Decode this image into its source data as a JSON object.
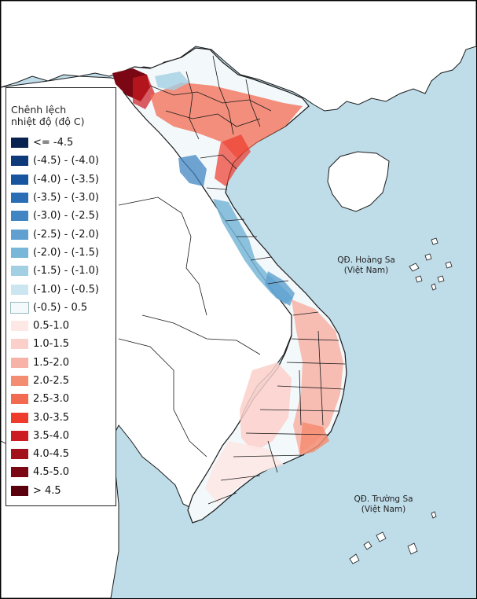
{
  "colors": {
    "sea": "#bfdce9",
    "land_outside": "#ffffff",
    "border": "#1a1a1a"
  },
  "legend": {
    "title_line1": "Chênh lệch",
    "title_line2": "nhiệt độ (độ C)",
    "items": [
      {
        "label": "<= -4.5",
        "color": "#08224f"
      },
      {
        "label": "(-4.5) - (-4.0)",
        "color": "#0e3a7a"
      },
      {
        "label": "(-4.0) - (-3.5)",
        "color": "#17569e"
      },
      {
        "label": "(-3.5) - (-3.0)",
        "color": "#2a6fb5"
      },
      {
        "label": "(-3.0) - (-2.5)",
        "color": "#4186c2"
      },
      {
        "label": "(-2.5) - (-2.0)",
        "color": "#5fa0d0"
      },
      {
        "label": "(-2.0) - (-1.5)",
        "color": "#79b7d8"
      },
      {
        "label": "(-1.5) - (-1.0)",
        "color": "#a2cfe3"
      },
      {
        "label": "(-1.0) - (-0.5)",
        "color": "#cbe6f1"
      },
      {
        "label": "(-0.5) - 0.5",
        "color": "#f4f9fc"
      },
      {
        "label": "0.5-1.0",
        "color": "#fde8e6"
      },
      {
        "label": "1.0-1.5",
        "color": "#fbd0ca"
      },
      {
        "label": "1.5-2.0",
        "color": "#f7b3a6"
      },
      {
        "label": "2.0-2.5",
        "color": "#f48c71"
      },
      {
        "label": "2.5-3.0",
        "color": "#f26b50"
      },
      {
        "label": "3.0-3.5",
        "color": "#ee3b2c"
      },
      {
        "label": "3.5-4.0",
        "color": "#cc1b21"
      },
      {
        "label": "4.0-4.5",
        "color": "#a3111b"
      },
      {
        "label": "4.5-5.0",
        "color": "#7a0713"
      },
      {
        "label": "> 4.5",
        "color": "#5a000c"
      }
    ]
  },
  "labels": {
    "hoang_sa_line1": "QĐ. Hoàng Sa",
    "hoang_sa_line2": "(Việt Nam)",
    "truong_sa_line1": "QĐ. Trường Sa",
    "truong_sa_line2": "(Việt Nam)"
  }
}
